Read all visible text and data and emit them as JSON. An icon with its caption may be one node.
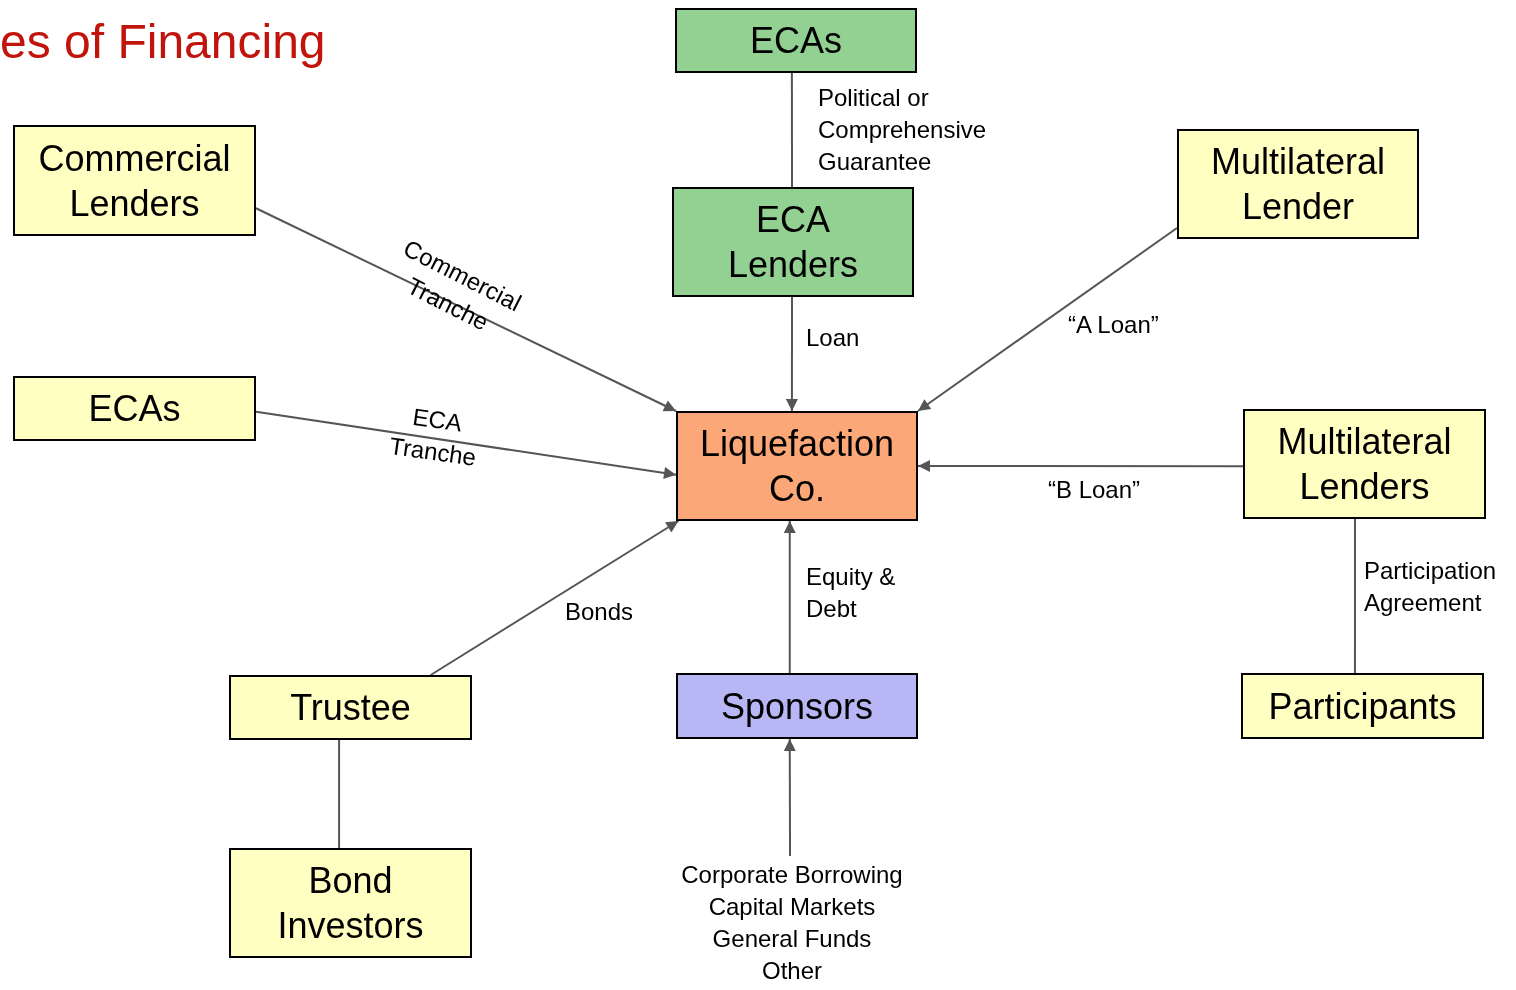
{
  "diagram": {
    "title": "es of Financing",
    "nodes": [
      {
        "text": [
          "ECAs"
        ]
      },
      {
        "text": [
          "ECA Lenders"
        ]
      },
      {
        "text": [
          "Commercial Lenders"
        ]
      },
      {
        "text": [
          "Multilateral Lender"
        ]
      },
      {
        "text": [
          "ECAs"
        ]
      },
      {
        "text": [
          "Liquefaction Co."
        ]
      },
      {
        "text": [
          "Multilateral Lenders"
        ]
      },
      {
        "text": [
          "Trustee"
        ]
      },
      {
        "text": [
          "Sponsors"
        ]
      },
      {
        "text": [
          "Participants"
        ]
      },
      {
        "text": [
          "Bond Investors"
        ]
      },
      {
        "text": [
          "Corporate Borrowing",
          "Capital Markets",
          "General Funds",
          "Other"
        ]
      }
    ],
    "edges": [
      {
        "from": 0,
        "to": 1,
        "arrow": "none",
        "label": "Political or Comprehensive Guarantee"
      },
      {
        "from": 1,
        "to": 5,
        "arrow": "to",
        "label": "Loan"
      },
      {
        "from": 2,
        "to": 5,
        "arrow": "to",
        "label": "Commercial Tranche"
      },
      {
        "from": 4,
        "to": 5,
        "arrow": "to",
        "label": "ECA Tranche"
      },
      {
        "from": 3,
        "to": 5,
        "arrow": "to",
        "label": "“A Loan”"
      },
      {
        "from": 6,
        "to": 5,
        "arrow": "to",
        "label": "“B Loan”"
      },
      {
        "from": 7,
        "to": 5,
        "arrow": "to",
        "label": "Bonds"
      },
      {
        "from": 8,
        "to": 5,
        "arrow": "to",
        "label": "Equity & Debt"
      },
      {
        "from": 11,
        "to": 8,
        "arrow": "to"
      },
      {
        "from": 7,
        "to": 10,
        "arrow": "none"
      },
      {
        "from": 6,
        "to": 9,
        "arrow": "none",
        "label": "Participation Agreement"
      }
    ]
  }
}
